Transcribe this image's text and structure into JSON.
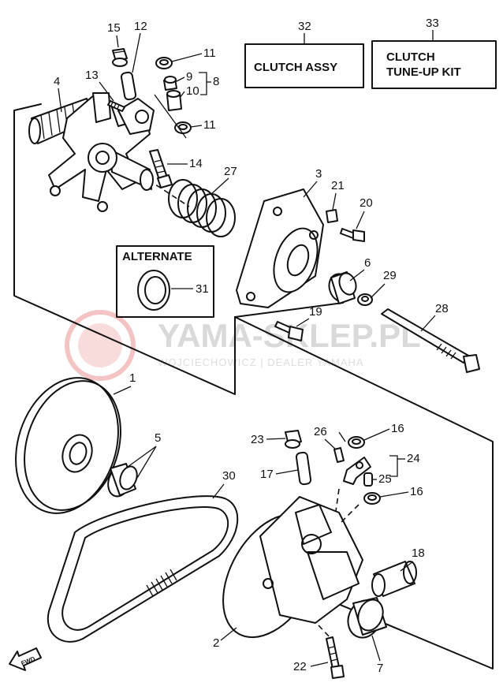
{
  "boxes": {
    "clutch_assy": {
      "number": "32",
      "label": "CLUTCH ASSY"
    },
    "tune_up_kit": {
      "number": "33",
      "line1": "CLUTCH",
      "line2": "TUNE-UP KIT"
    },
    "alternate": {
      "title": "ALTERNATE",
      "number": "31"
    }
  },
  "watermark": {
    "line1": "YAMA-SKLEP.PL",
    "line2": "WOJCIECHOWICZ | DEALER YAMAHA"
  },
  "fwd_label": "FWD",
  "callouts": {
    "c1": "1",
    "c2": "2",
    "c3": "3",
    "c4": "4",
    "c5": "5",
    "c6": "6",
    "c7": "7",
    "c8": "8",
    "c9": "9",
    "c10": "10",
    "c11a": "11",
    "c11b": "11",
    "c12": "12",
    "c13": "13",
    "c14": "14",
    "c15": "15",
    "c16a": "16",
    "c16b": "16",
    "c17": "17",
    "c18": "18",
    "c19": "19",
    "c20": "20",
    "c21": "21",
    "c22": "22",
    "c23": "23",
    "c24": "24",
    "c25": "25",
    "c26": "26",
    "c27": "27",
    "c28": "28",
    "c29": "29",
    "c30": "30"
  },
  "colors": {
    "ink": "#111111",
    "watermark_logo": "#f2b8b8",
    "watermark_text": "#d9d9d9"
  }
}
